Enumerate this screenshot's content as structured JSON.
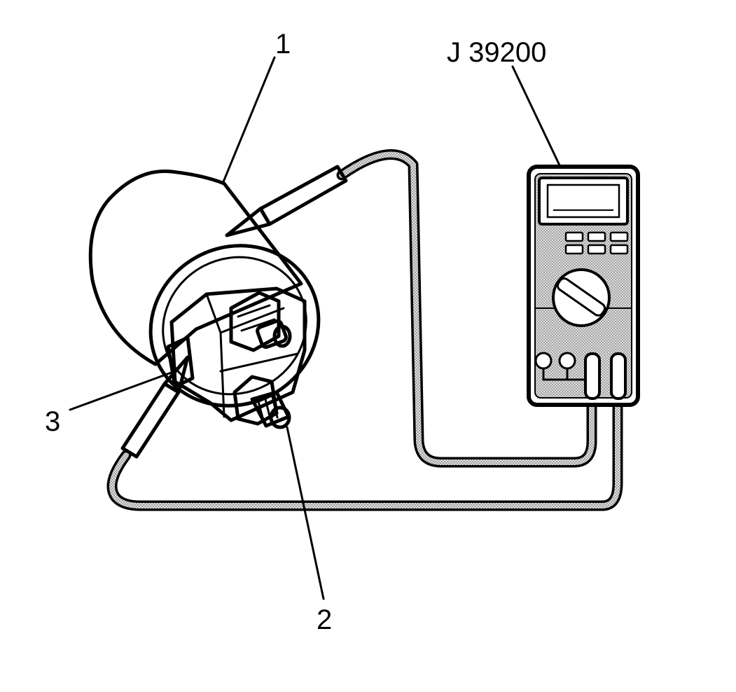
{
  "labels": {
    "callout_1": "1",
    "callout_2": "2",
    "callout_3": "3",
    "tool": "J 39200"
  },
  "colors": {
    "ink": "#000000",
    "shade": "#bdbdbd",
    "paper": "#ffffff"
  }
}
